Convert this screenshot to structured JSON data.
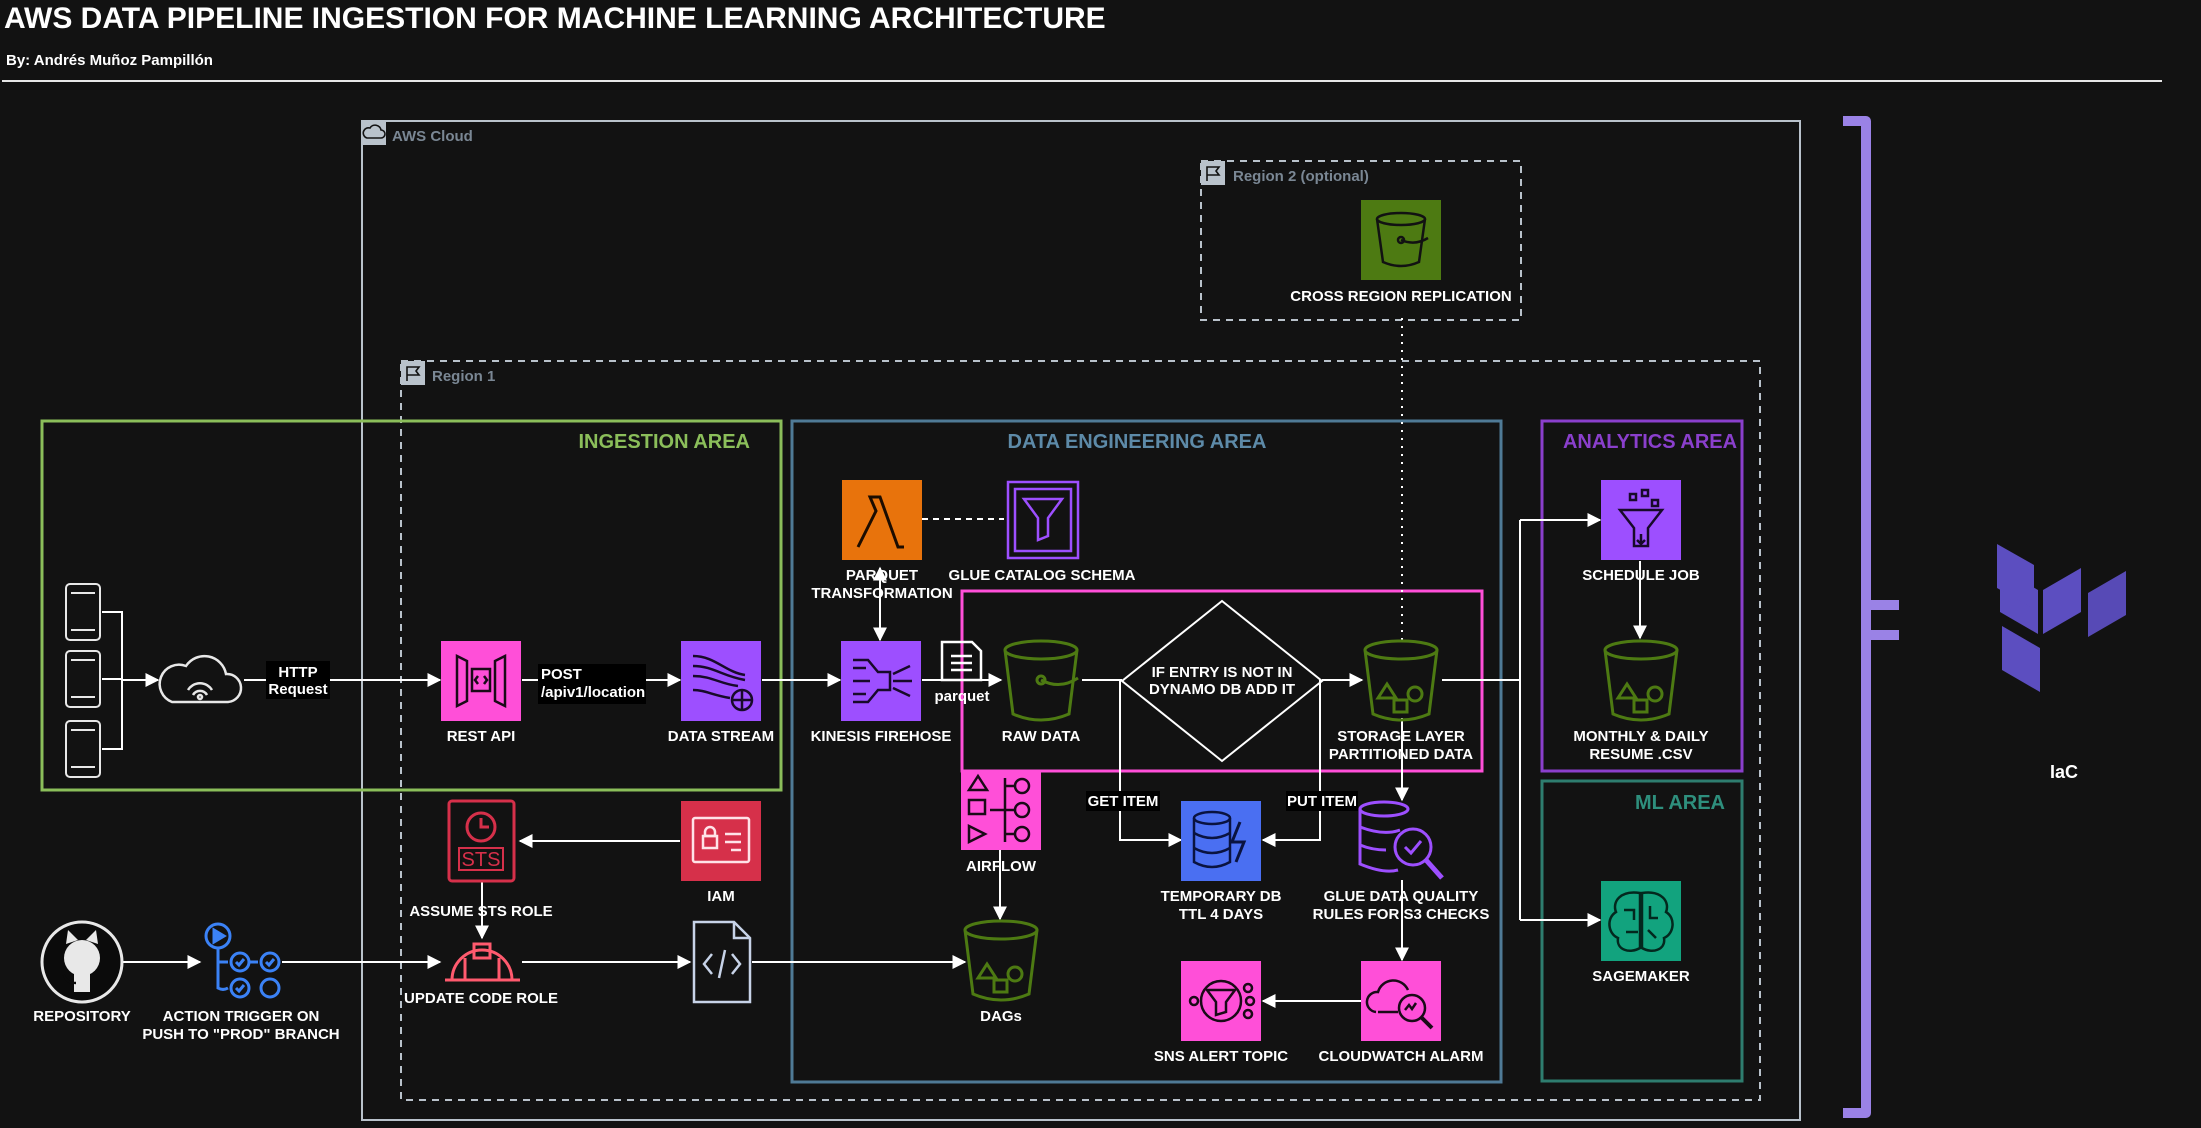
{
  "header": {
    "title": "AWS DATA PIPELINE INGESTION FOR MACHINE LEARNING ARCHITECTURE",
    "author": "By: Andrés Muñoz Pampillón"
  },
  "groups": {
    "aws_cloud": "AWS Cloud",
    "region1": "Region 1",
    "region2": "Region 2 (optional)"
  },
  "areas": {
    "ingestion": "INGESTION AREA",
    "data_engineering": "DATA ENGINEERING AREA",
    "analytics": "ANALYTICS AREA",
    "ml": "ML AREA"
  },
  "nodes": {
    "http_request_1": "HTTP",
    "http_request_2": "Request",
    "rest_api": "REST API",
    "post_1": "POST",
    "post_2": "/apiv1/location",
    "data_stream": "DATA STREAM",
    "parquet_transformation_1": "PARQUET",
    "parquet_transformation_2": "TRANSFORMATION",
    "glue_catalog_schema": "GLUE CATALOG SCHEMA",
    "kinesis_firehose": "KINESIS FIREHOSE",
    "parquet": "parquet",
    "raw_data": "RAW DATA",
    "decision_1": "IF ENTRY IS NOT IN",
    "decision_2": "DYNAMO DB ADD IT",
    "storage_layer_1": "STORAGE LAYER",
    "storage_layer_2": "PARTITIONED DATA",
    "cross_region_replication": "CROSS REGION REPLICATION",
    "schedule_job": "SCHEDULE JOB",
    "monthly_resume_1": "MONTHLY & DAILY",
    "monthly_resume_2": "RESUME .CSV",
    "airflow": "AIRFLOW",
    "get_item": "GET ITEM",
    "put_item": "PUT ITEM",
    "temporary_db_1": "TEMPORARY DB",
    "temporary_db_2": "TTL 4 DAYS",
    "glue_dq_1": "GLUE DATA QUALITY",
    "glue_dq_2": "RULES FOR S3 CHECKS",
    "sagemaker": "SAGEMAKER",
    "sts": "STS",
    "assume_sts_role": "ASSUME STS ROLE",
    "iam": "IAM",
    "repository": "REPOSITORY",
    "action_trigger_1": "ACTION TRIGGER ON",
    "action_trigger_2": "PUSH TO \"PROD\" BRANCH",
    "update_code_role": "UPDATE CODE ROLE",
    "dags": "DAGs",
    "sns_alert_topic": "SNS ALERT TOPIC",
    "cloudwatch_alarm": "CLOUDWATCH ALARM",
    "iac": "IaC"
  },
  "colors": {
    "background": "#121212",
    "ingestion": "#8bbe5a",
    "data_engineering": "#4f7a96",
    "analytics": "#8a3fcc",
    "ml": "#2e7d6f",
    "storage_green": "#4d7a12",
    "compute_orange": "#e8730c",
    "network_pink": "#ff4fd8",
    "analytics_purple": "#9d4fff",
    "security_red": "#d6304a",
    "db_blue": "#4a6ff2",
    "ml_teal": "#12a37e",
    "terraform": "#5c4ec0",
    "bracket": "#9a82e6"
  }
}
